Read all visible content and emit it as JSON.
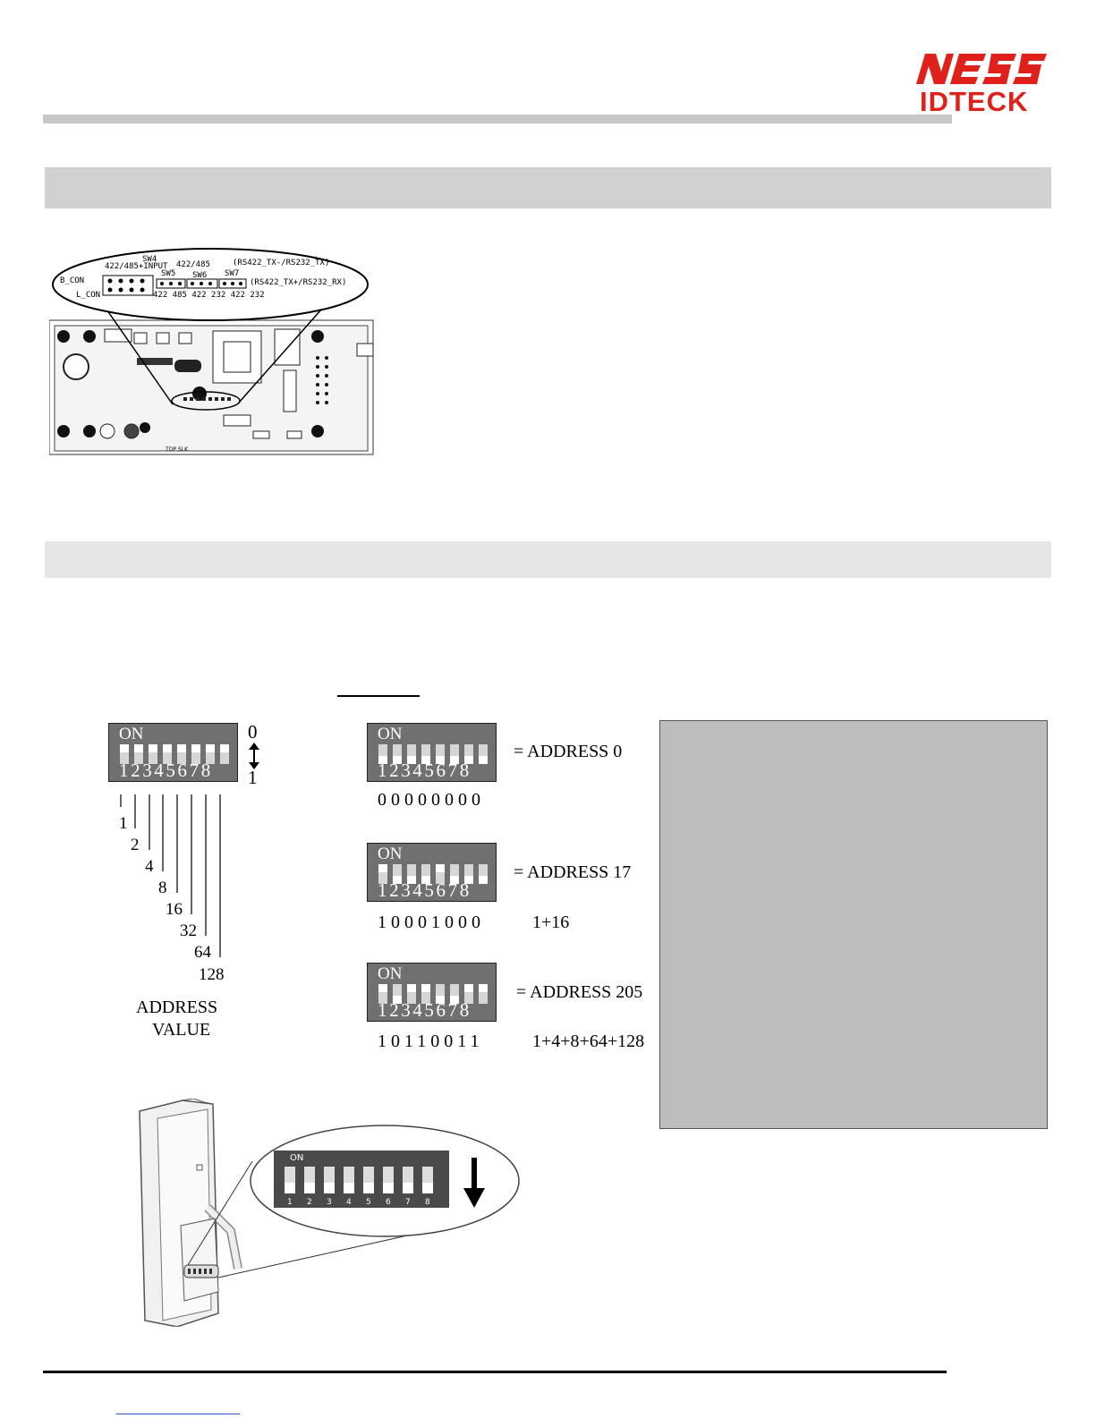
{
  "header": {
    "logo_top": "NESS",
    "logo_bottom": "IDTECK",
    "brand_color": "#e0201b"
  },
  "pcb_figure": {
    "sw4_label": "SW4",
    "sw4_sub": "422/485+INPUT",
    "sw5_group": "422/485",
    "sw5": "SW5",
    "sw6": "SW6",
    "sw7": "SW7",
    "b_con": "B_CON",
    "l_con": "L_CON",
    "pins_label": "422 485 422 232 422 232",
    "tx_label": "(RS422_TX-/RS232_TX)",
    "rx_label": "(RS422_TX+/RS232_RX)",
    "board_label": "TOP SLK"
  },
  "address_legend": {
    "on_label": "ON",
    "switch_numbers": "12345678",
    "state_off": "0",
    "state_on": "1",
    "weights": [
      "1",
      "2",
      "4",
      "8",
      "16",
      "32",
      "64",
      "128"
    ],
    "caption_line1": "ADDRESS",
    "caption_line2": "VALUE"
  },
  "examples": [
    {
      "on_label": "ON",
      "switch_numbers": "12345678",
      "label": "= ADDRESS 0",
      "bits": "00000000",
      "sum": ""
    },
    {
      "on_label": "ON",
      "switch_numbers": "12345678",
      "label": "= ADDRESS 17",
      "bits": "10001000",
      "sum": "1+16"
    },
    {
      "on_label": "ON",
      "switch_numbers": "12345678",
      "label": "= ADDRESS 205",
      "bits": "10110011",
      "sum": "1+4+8+64+128"
    }
  ],
  "reader_figure": {
    "on_label": "ON",
    "switch_numbers": [
      "1",
      "2",
      "3",
      "4",
      "5",
      "6",
      "7",
      "8"
    ]
  }
}
